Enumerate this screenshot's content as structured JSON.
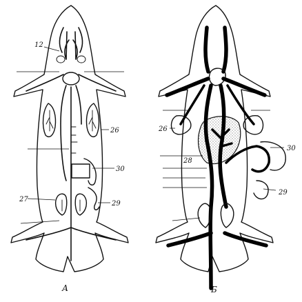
{
  "figure": {
    "panel_a": {
      "caption": "А",
      "labels": {
        "l12": "12",
        "l26": "26",
        "l30": "30",
        "l27": "27",
        "l29": "29"
      }
    },
    "panel_b": {
      "caption": "Б",
      "labels": {
        "l26": "26",
        "l28": "28",
        "l30": "30",
        "l29": "29"
      }
    }
  }
}
